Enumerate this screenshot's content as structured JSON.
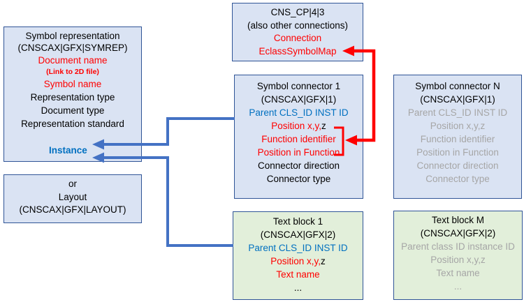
{
  "colors": {
    "background": "#ffffff",
    "box_blue_fill": "#dae3f3",
    "box_green_fill": "#e2efda",
    "box_border": "#2f5496",
    "arrow_blue": "#4472c4",
    "arrow_red": "#ff0000",
    "text_red": "#ff0000",
    "text_blue": "#0070c0",
    "text_gray": "#a6a6a6",
    "text_black": "#000000"
  },
  "boxes": {
    "symbol_representation": {
      "lines": [
        {
          "text": "Symbol representation",
          "color": "black"
        },
        {
          "text": "(CNSCAX|GFX|SYMREP)",
          "color": "black",
          "style": "tight"
        },
        {
          "text": "Document name",
          "color": "red"
        },
        {
          "text": "(Link to 2D file)",
          "color": "red",
          "style": "small-bold"
        },
        {
          "text": "Symbol name",
          "color": "red"
        },
        {
          "text": "Representation type",
          "color": "black"
        },
        {
          "text": "Document type",
          "color": "black"
        },
        {
          "text": "Representation standard",
          "color": "black"
        }
      ],
      "instance_label": "Instance"
    },
    "layout": {
      "lines": [
        {
          "text": "or",
          "color": "black"
        },
        {
          "text": "Layout",
          "color": "black"
        },
        {
          "text": "(CNSCAX|GFX|LAYOUT)",
          "color": "black"
        }
      ]
    },
    "cns_cp": {
      "lines": [
        {
          "text": "CNS_CP|4|3",
          "color": "black"
        },
        {
          "text": "(also other connections)",
          "color": "black"
        },
        {
          "text": "Connection",
          "color": "red"
        },
        {
          "text": "EclassSymbolMap",
          "color": "red"
        }
      ]
    },
    "symbol_connector_1": {
      "lines": [
        {
          "text": "Symbol connector 1",
          "color": "black"
        },
        {
          "text": "(CNSCAX|GFX|1)",
          "color": "black"
        },
        {
          "text": "Parent CLS_ID INST ID",
          "color": "blue"
        },
        {
          "parts": [
            {
              "text": "Position x,y,",
              "color": "red"
            },
            {
              "text": "z",
              "color": "black"
            }
          ]
        },
        {
          "text": "Function identifier",
          "color": "red"
        },
        {
          "text": "Position in Function",
          "color": "red"
        },
        {
          "text": "Connector direction",
          "color": "black"
        },
        {
          "text": "Connector type",
          "color": "black"
        }
      ]
    },
    "symbol_connector_n": {
      "lines": [
        {
          "text": "Symbol connector N",
          "color": "black"
        },
        {
          "text": "(CNSCAX|GFX|1)",
          "color": "black"
        },
        {
          "text": "Parent CLS_ID INST ID",
          "color": "gray"
        },
        {
          "text": "Position x,y,z",
          "color": "gray"
        },
        {
          "text": "Function identifier",
          "color": "gray"
        },
        {
          "text": "Position in Function",
          "color": "gray"
        },
        {
          "text": "Connector direction",
          "color": "gray"
        },
        {
          "text": "Connector type",
          "color": "gray"
        }
      ]
    },
    "text_block_1": {
      "lines": [
        {
          "text": "Text block 1",
          "color": "black"
        },
        {
          "text": "(CNSCAX|GFX|2)",
          "color": "black"
        },
        {
          "text": "Parent CLS_ID INST ID",
          "color": "blue"
        },
        {
          "parts": [
            {
              "text": "Position x,y,",
              "color": "red"
            },
            {
              "text": "z",
              "color": "black"
            }
          ]
        },
        {
          "text": "Text name",
          "color": "red"
        },
        {
          "text": "...",
          "color": "black"
        }
      ]
    },
    "text_block_m": {
      "lines": [
        {
          "text": "Text block M",
          "color": "black"
        },
        {
          "text": "(CNSCAX|GFX|2)",
          "color": "black"
        },
        {
          "text": "Parent class ID instance ID",
          "color": "gray"
        },
        {
          "text": "Position x,y,z",
          "color": "gray"
        },
        {
          "text": "Text name",
          "color": "gray"
        },
        {
          "text": "...",
          "color": "gray"
        }
      ]
    }
  },
  "arrows": [
    {
      "id": "blue-arrow-1",
      "color": "#4472c4",
      "from": "Symbol connector 1: Parent CLS_ID INST ID",
      "to": "Symbol representation: Instance"
    },
    {
      "id": "blue-arrow-2",
      "color": "#4472c4",
      "from": "Text block 1: Parent CLS_ID INST ID",
      "to": "Symbol representation: Instance"
    },
    {
      "id": "red-arrow",
      "color": "#ff0000",
      "from": "Symbol connector 1: Function identifier / Position in Function",
      "to": "CNS_CP: EclassSymbolMap",
      "double_headed": true
    }
  ]
}
